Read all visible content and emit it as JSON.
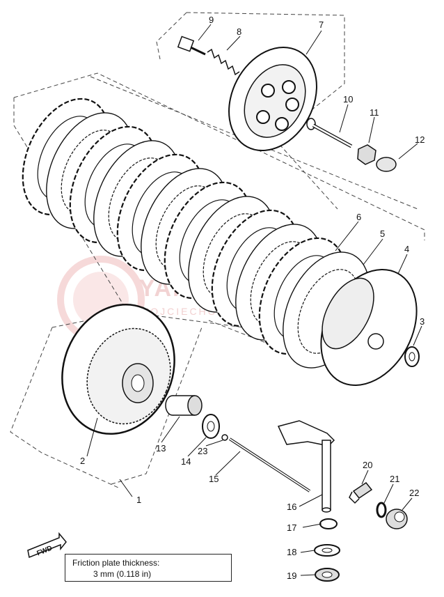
{
  "callouts": [
    "1",
    "2",
    "3",
    "4",
    "5",
    "6",
    "7",
    "8",
    "9",
    "10",
    "11",
    "12",
    "13",
    "14",
    "15",
    "16",
    "17",
    "18",
    "19",
    "20",
    "21",
    "22",
    "23"
  ],
  "watermark": {
    "line1": "YAMAHA",
    "line2": "WOJCIECHOWSKI"
  },
  "fwd_label": "FWD",
  "note": {
    "line1": "Friction plate thickness:",
    "line2": "3 mm (0.118 in)"
  }
}
